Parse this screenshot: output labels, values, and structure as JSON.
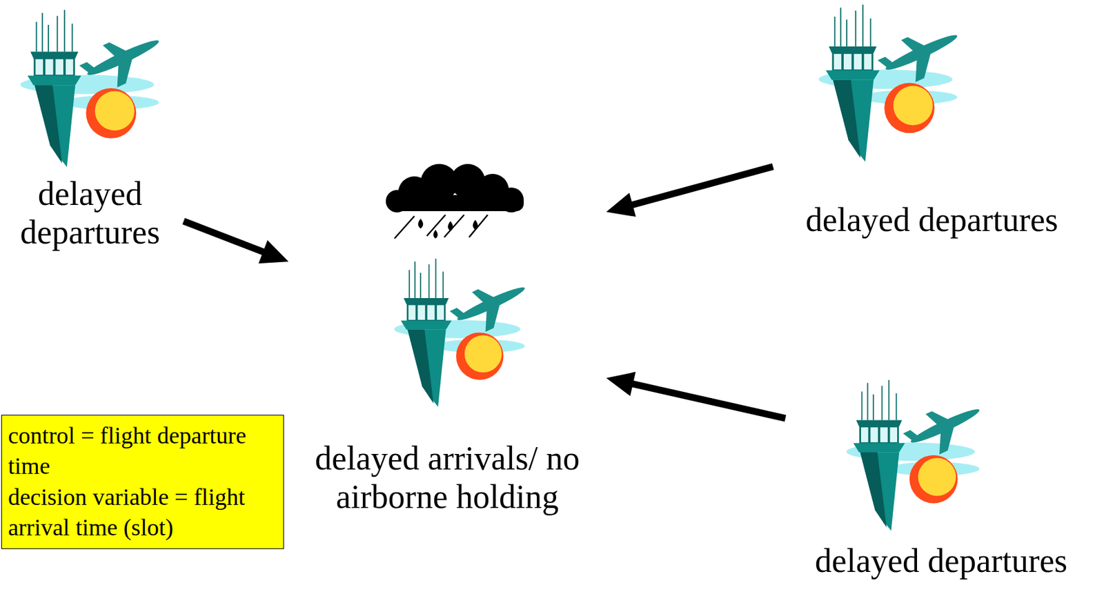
{
  "diagram": {
    "nodes": [
      {
        "text": [
          "delayed departures"
        ]
      },
      {
        "text": [
          "delayed departures"
        ]
      },
      {
        "text": [
          "delayed arrivals/ no airborne holding"
        ]
      },
      {
        "text": [
          "control = flight departure time",
          "decision variable = flight arrival time (slot)"
        ]
      },
      {
        "text": [
          "delayed departures"
        ]
      }
    ],
    "edges": [
      {
        "from": 0,
        "to": 2,
        "arrow": "to"
      },
      {
        "from": 1,
        "to": 2,
        "arrow": "to"
      },
      {
        "from": 4,
        "to": 2,
        "arrow": "to"
      }
    ]
  }
}
